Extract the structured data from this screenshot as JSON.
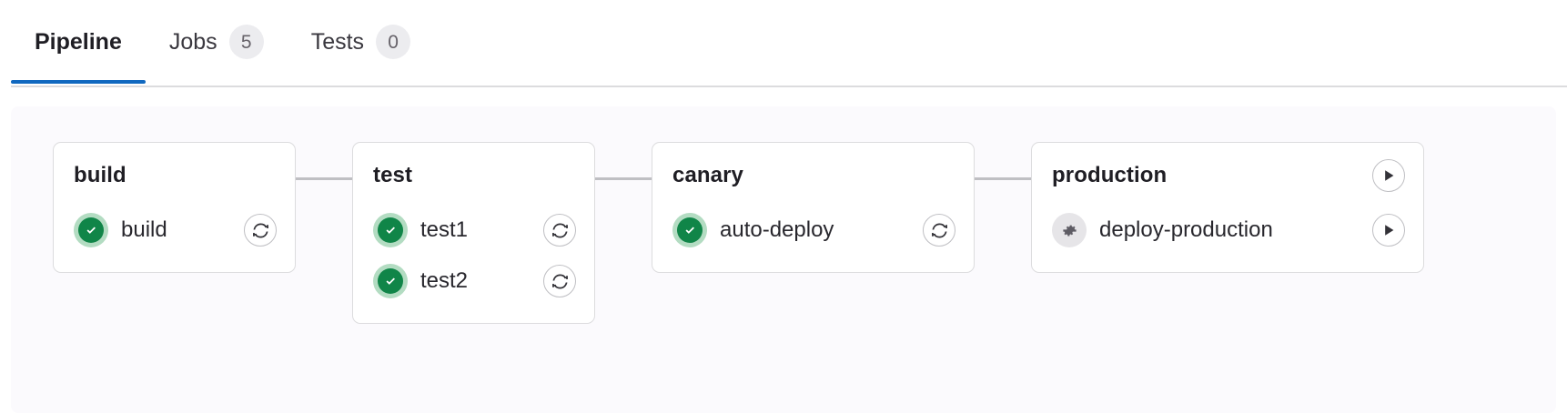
{
  "tabs": [
    {
      "label": "Pipeline",
      "badge": null,
      "active": true
    },
    {
      "label": "Jobs",
      "badge": "5",
      "active": false
    },
    {
      "label": "Tests",
      "badge": "0",
      "active": false
    }
  ],
  "colors": {
    "accent": "#1068bf",
    "success": "#108548",
    "success_halo": "#b3dcc2",
    "manual": "#e6e5e8",
    "card_border": "#dcdcde",
    "connector": "#bfbfc3",
    "canvas": "#fbfafd"
  },
  "pipeline": {
    "stages": [
      {
        "name": "build",
        "header_action": null,
        "jobs": [
          {
            "name": "build",
            "status": "success",
            "status_icon": "check-circle-icon",
            "action": "retry",
            "action_icon": "retry-icon"
          }
        ]
      },
      {
        "name": "test",
        "header_action": null,
        "jobs": [
          {
            "name": "test1",
            "status": "success",
            "status_icon": "check-circle-icon",
            "action": "retry",
            "action_icon": "retry-icon"
          },
          {
            "name": "test2",
            "status": "success",
            "status_icon": "check-circle-icon",
            "action": "retry",
            "action_icon": "retry-icon"
          }
        ]
      },
      {
        "name": "canary",
        "header_action": null,
        "jobs": [
          {
            "name": "auto-deploy",
            "status": "success",
            "status_icon": "check-circle-icon",
            "action": "retry",
            "action_icon": "retry-icon"
          }
        ]
      },
      {
        "name": "production",
        "header_action": "play",
        "header_action_icon": "play-icon",
        "jobs": [
          {
            "name": "deploy-production",
            "status": "manual",
            "status_icon": "gear-icon",
            "action": "play",
            "action_icon": "play-icon"
          }
        ]
      }
    ]
  }
}
